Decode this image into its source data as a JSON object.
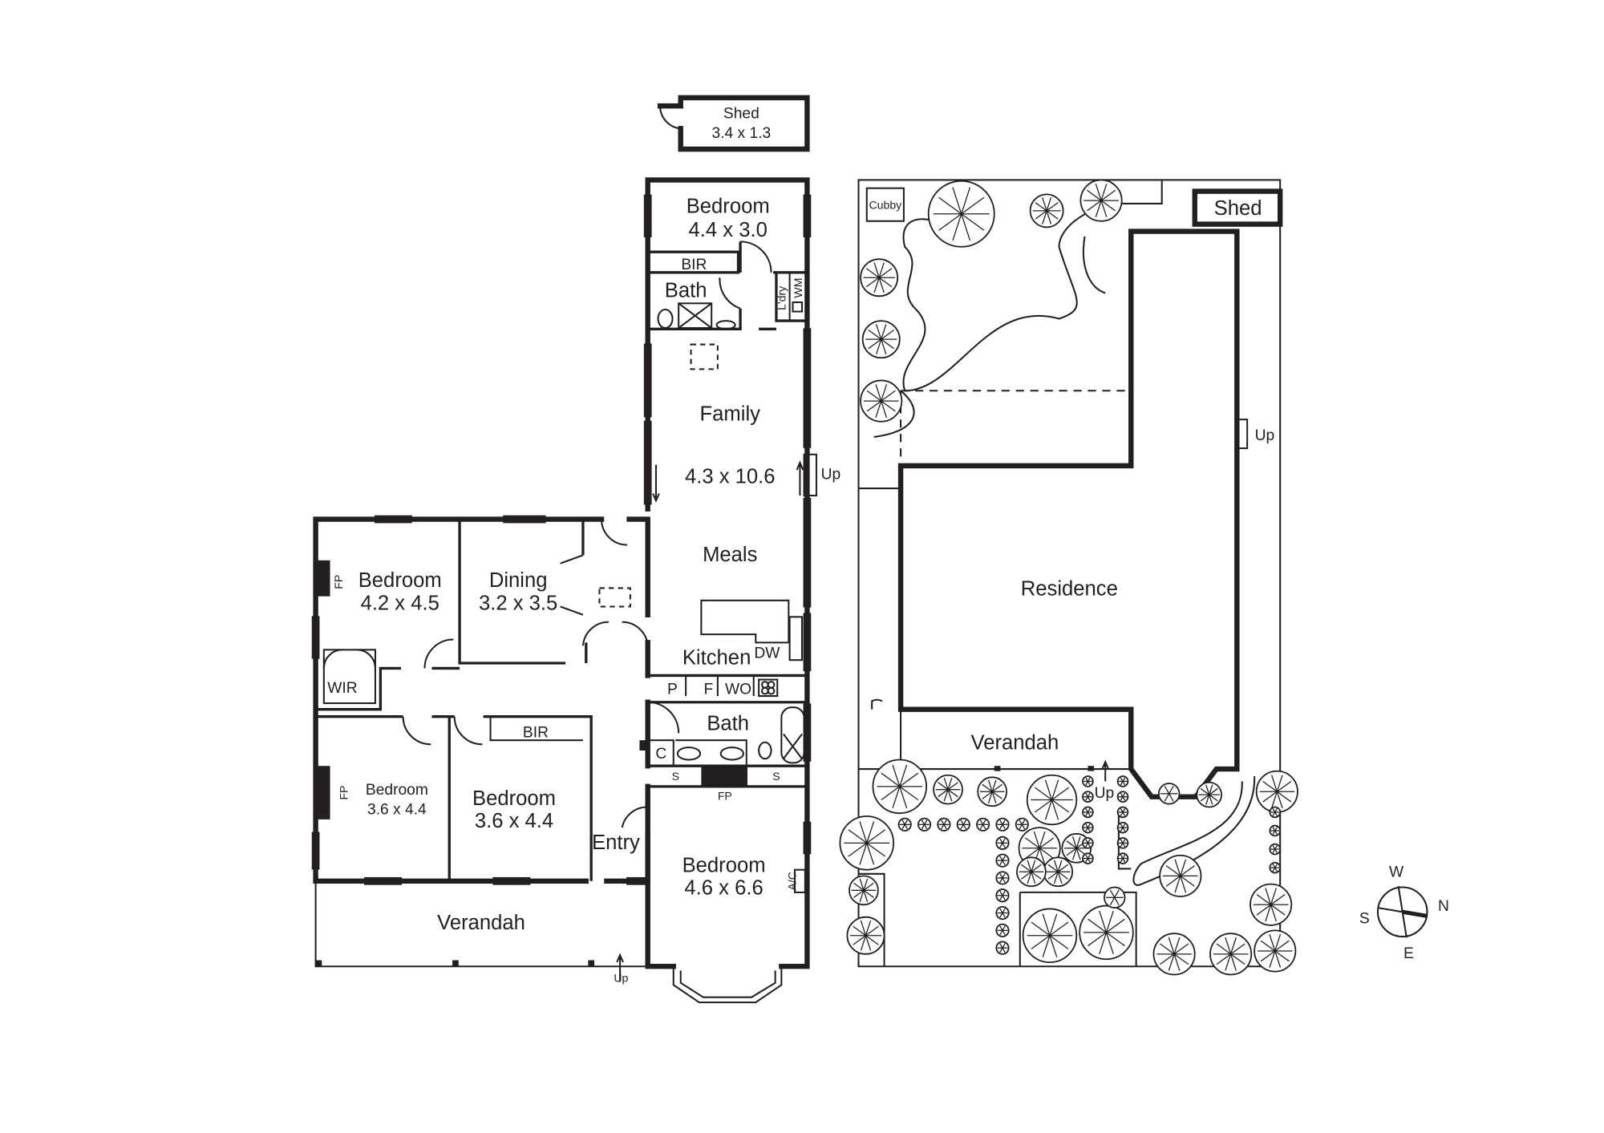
{
  "floor_plan": {
    "shed": {
      "name": "Shed",
      "size": "3.4 x 1.3"
    },
    "rooms": {
      "bedroom_north": {
        "name": "Bedroom",
        "size": "4.4 x 3.0"
      },
      "bir_north": "BIR",
      "bath_ensuite": "Bath",
      "laundry": "L'dry",
      "wm": "WM",
      "family": {
        "name": "Family",
        "size": "4.3 x 10.6"
      },
      "meals": "Meals",
      "kitchen": "Kitchen",
      "dw": "DW",
      "pantry": "P",
      "fridge": "F",
      "wall_oven": "WO",
      "bath_main": "Bath",
      "cupboard": "C",
      "store_left": "S",
      "store_right": "S",
      "fp_front": "FP",
      "bedroom_front": {
        "name": "Bedroom",
        "size": "4.6 x 6.6"
      },
      "ac": "A/C",
      "entry": "Entry",
      "bedroom_west": {
        "name": "Bedroom",
        "size": "4.2 x 4.5"
      },
      "fp_west": "FP",
      "dining": {
        "name": "Dining",
        "size": "3.2 x 3.5"
      },
      "wir": "WIR",
      "bedroom_sw": {
        "name": "Bedroom",
        "size": "3.6 x 4.4"
      },
      "fp_sw": "FP",
      "bedroom_mid": {
        "name": "Bedroom",
        "size": "3.6 x 4.4"
      },
      "bir_mid": "BIR",
      "verandah": "Verandah",
      "up_family": "Up",
      "up_verandah": "Up"
    }
  },
  "site_plan": {
    "cubby": "Cubby",
    "shed": "Shed",
    "residence": "Residence",
    "verandah": "Verandah",
    "up_side": "Up",
    "up_front": "Up"
  },
  "compass": {
    "north": "N",
    "south": "S",
    "east": "E",
    "west": "W"
  }
}
